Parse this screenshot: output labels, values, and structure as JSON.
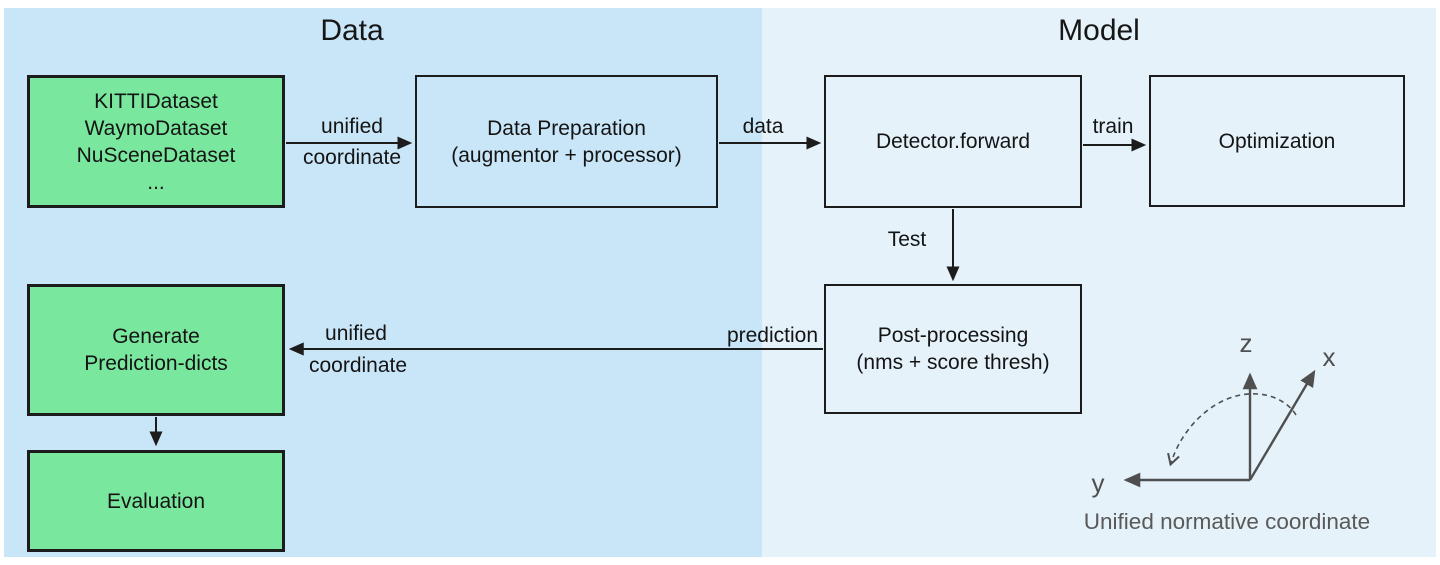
{
  "diagram": {
    "sections": {
      "data": {
        "title": "Data"
      },
      "model": {
        "title": "Model"
      }
    },
    "boxes": {
      "datasets": {
        "lines": [
          "KITTIDataset",
          "WaymoDataset",
          "NuSceneDataset",
          "..."
        ]
      },
      "data_preparation": {
        "lines": [
          "Data Preparation",
          "(augmentor + processor)"
        ]
      },
      "detector_forward": {
        "lines": [
          "Detector.forward"
        ]
      },
      "optimization": {
        "lines": [
          "Optimization"
        ]
      },
      "post_processing": {
        "lines": [
          "Post-processing",
          "(nms + score thresh)"
        ]
      },
      "generate_prediction_dicts": {
        "lines": [
          "Generate",
          "Prediction-dicts"
        ]
      },
      "evaluation": {
        "lines": [
          "Evaluation"
        ]
      }
    },
    "edge_labels": {
      "unified_coordinate_in": {
        "line1": "unified",
        "line2": "coordinate"
      },
      "data": "data",
      "train": "train",
      "test": "Test",
      "prediction": "prediction",
      "unified_coordinate_out": {
        "line1": "unified",
        "line2": "coordinate"
      }
    },
    "coordinate_sketch": {
      "axis_z": "z",
      "axis_x": "x",
      "axis_y": "y",
      "caption": "Unified normative coordinate"
    },
    "colors": {
      "data_section_bg": "#c9e6f8",
      "model_section_bg": "#e5f2fa",
      "dataset_box_fill": "#7ae79e",
      "box_border": "#1c1c1c",
      "arrow_color": "#1c1c1c",
      "sketch_gray": "#4f4f4f",
      "caption_gray": "#595959"
    }
  }
}
